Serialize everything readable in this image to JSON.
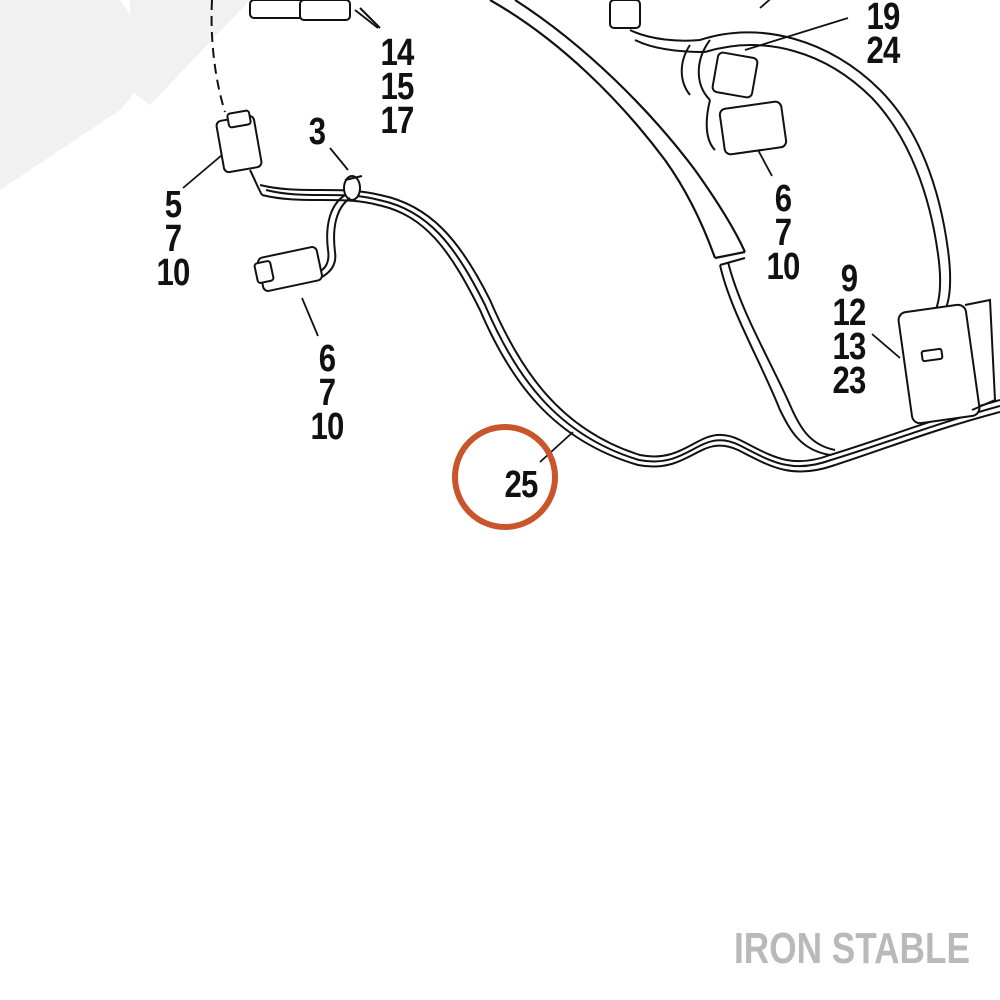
{
  "diagram": {
    "callouts": {
      "c_14_15_17": [
        "14",
        "15",
        "17"
      ],
      "c_19_24": [
        "19",
        "24"
      ],
      "c_3": [
        "3"
      ],
      "c_5_7_10": [
        "5",
        "7",
        "10"
      ],
      "c_6_7_10_left": [
        "6",
        "7",
        "10"
      ],
      "c_6_7_10_right": [
        "6",
        "7",
        "10"
      ],
      "c_9_12_13_23": [
        "9",
        "12",
        "13",
        "23"
      ],
      "c_25": [
        "25"
      ]
    },
    "highlight_color": "#c8552b",
    "line_color": "#111111"
  },
  "watermark": {
    "text": "IRON STABLE",
    "color": "#b9b9b9"
  }
}
